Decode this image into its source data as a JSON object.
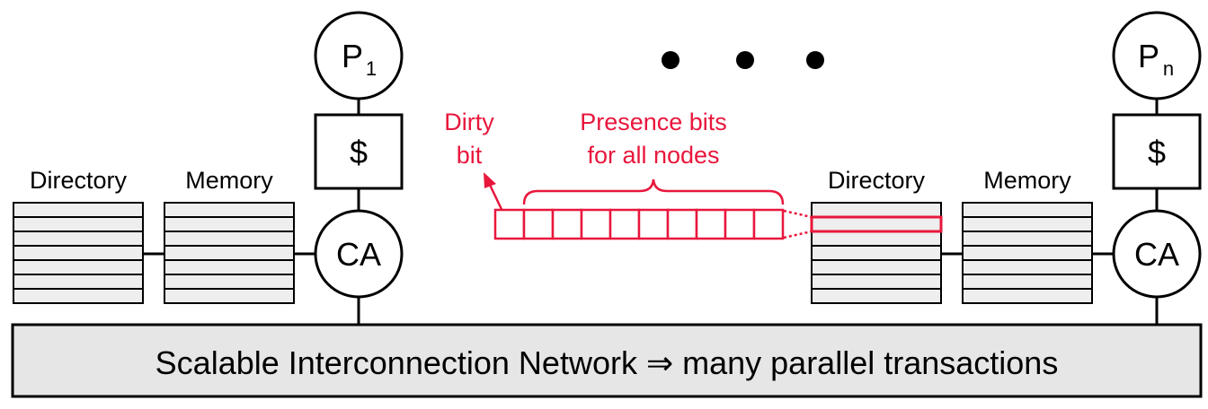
{
  "left_node": {
    "processor_letter": "P",
    "processor_index": "1",
    "cache": "$",
    "assist": "CA",
    "directory_label": "Directory",
    "memory_label": "Memory"
  },
  "right_node": {
    "processor_letter": "P",
    "processor_index": "n",
    "cache": "$",
    "assist": "CA",
    "directory_label": "Directory",
    "memory_label": "Memory"
  },
  "directory_entry": {
    "dirty_label_line1": "Dirty",
    "dirty_label_line2": "bit",
    "presence_label_line1": "Presence bits",
    "presence_label_line2": "for all nodes"
  },
  "network_label": "Scalable Interconnection Network ⇒ many parallel transactions",
  "colors": {
    "highlight": "#e8173c",
    "stack_fill": "#eeeeee",
    "network_fill": "#e6e6e6",
    "line": "#000000"
  }
}
